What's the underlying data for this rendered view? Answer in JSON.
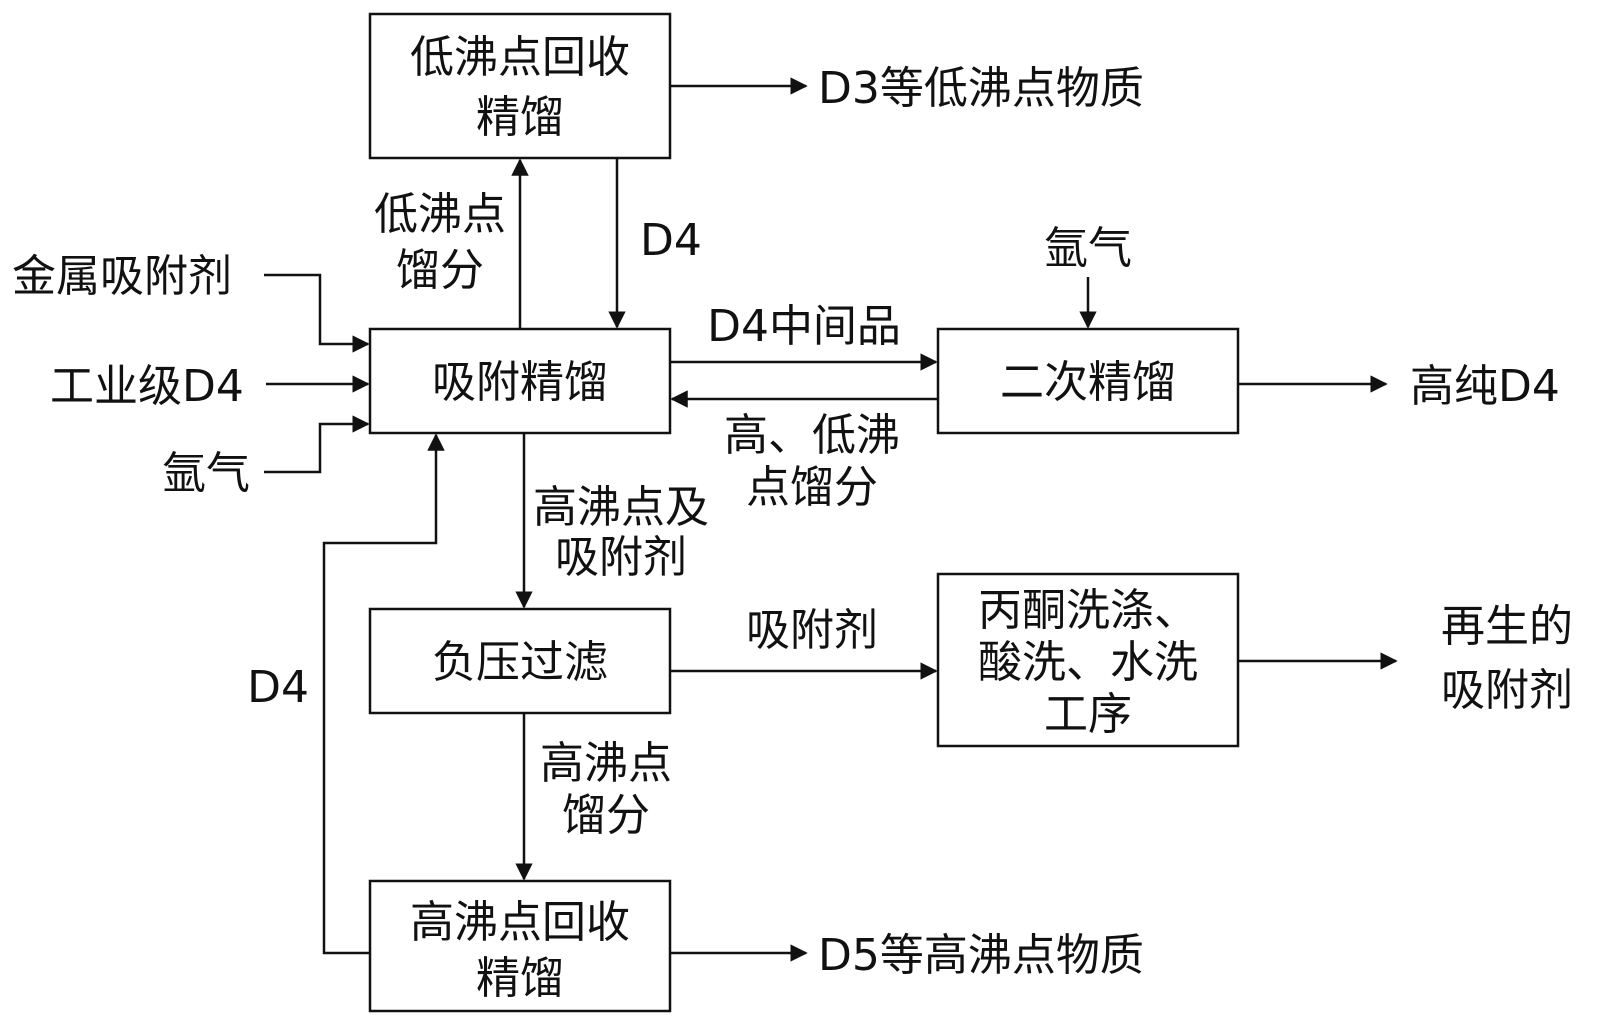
{
  "boxes": {
    "low_boil_recovery": [
      "低沸点回收",
      "精馏"
    ],
    "adsorption_distillation": [
      "吸附精馏"
    ],
    "secondary_distillation": [
      "二次精馏"
    ],
    "vacuum_filtration": [
      "负压过滤"
    ],
    "washing_process": [
      "丙酮洗涤、",
      "酸洗、水洗",
      "工序"
    ],
    "high_boil_recovery": [
      "高沸点回收",
      "精馏"
    ]
  },
  "labels": {
    "d3_low_boil_products": [
      "D3等低沸点物质"
    ],
    "low_boil_fraction": [
      "低沸点",
      "馏分"
    ],
    "d4_return_top": [
      "D4"
    ],
    "metal_adsorbent": [
      "金属吸附剂"
    ],
    "industrial_d4": [
      "工业级D4"
    ],
    "argon_left": [
      "氩气"
    ],
    "argon_top": [
      "氩气"
    ],
    "d4_intermediate": [
      "D4中间品"
    ],
    "high_low_fraction": [
      "高、低沸",
      "点馏分"
    ],
    "high_purity_d4": [
      "高纯D4"
    ],
    "high_boil_and_adsorbent": [
      "高沸点及",
      "吸附剂"
    ],
    "adsorbent": [
      "吸附剂"
    ],
    "regenerated_adsorbent": [
      "再生的",
      "吸附剂"
    ],
    "d4_return_left": [
      "D4"
    ],
    "high_boil_fraction": [
      "高沸点",
      "馏分"
    ],
    "d5_high_boil_products": [
      "D5等高沸点物质"
    ]
  },
  "colors": {
    "ink": "#111111",
    "background": "#ffffff"
  }
}
